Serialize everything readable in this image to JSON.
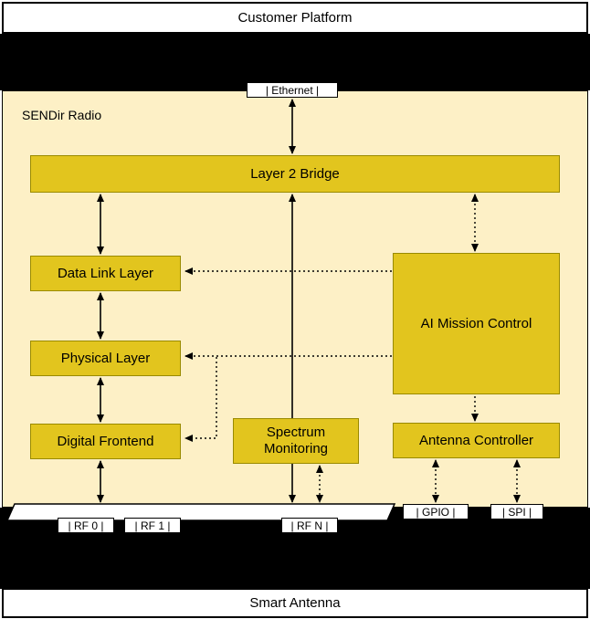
{
  "colors": {
    "box_fill": "#e2c51e",
    "box_border": "#998a00",
    "panel_bg": "#fdf0c6",
    "band": "#000000"
  },
  "top": {
    "title": "Customer Platform"
  },
  "bottom": {
    "title": "Smart Antenna"
  },
  "radio": {
    "label": "SENDir Radio",
    "blocks": {
      "layer2": "Layer 2 Bridge",
      "dll": "Data Link Layer",
      "phy": "Physical Layer",
      "dfe": "Digital Frontend",
      "spectrum": "Spectrum Monitoring",
      "aimc": "AI Mission Control",
      "antctl": "Antenna Controller"
    }
  },
  "ports": {
    "ethernet": "| Ethernet |",
    "rf0": "| RF 0 |",
    "rf1": "| RF 1 |",
    "rfn": "| RF N |",
    "gpio": "| GPIO |",
    "spi": "| SPI |"
  }
}
